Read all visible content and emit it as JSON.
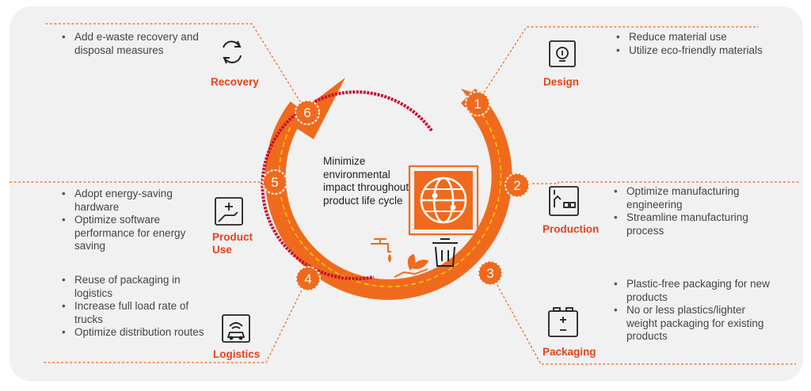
{
  "center_text": "Minimize environmental impact throughout product life cycle",
  "stages": [
    {
      "number": "1",
      "label": "Design",
      "icon": "light-bulb-icon",
      "items": [
        "Reduce material use",
        "Utilize eco-friendly materials"
      ]
    },
    {
      "number": "2",
      "label": "Production",
      "icon": "factory-icon",
      "items": [
        "Optimize manufacturing engineering",
        "Streamline manufacturing process"
      ]
    },
    {
      "number": "3",
      "label": "Packaging",
      "icon": "battery-icon",
      "items": [
        "Plastic-free packaging for new products",
        "No or less plastics/lighter weight packaging for existing products"
      ]
    },
    {
      "number": "4",
      "label": "Logistics",
      "icon": "connected-car-icon",
      "items": [
        "Reuse of packaging in logistics",
        "Increase full load rate of trucks",
        "Optimize distribution routes"
      ]
    },
    {
      "number": "5",
      "label": "Product Use",
      "icon": "energy-hand-icon",
      "items": [
        "Adopt energy-saving hardware",
        "Optimize software performance for energy saving"
      ]
    },
    {
      "number": "6",
      "label": "Recovery",
      "icon": "recycle-arrows-icon",
      "items": [
        "Add e-waste recovery and disposal measures"
      ]
    }
  ],
  "colors": {
    "accent": "#f06a1e",
    "accent_dark": "#e8411a",
    "dashed_red": "#c8102e",
    "yellow_dash": "#ffd200",
    "card_bg": "#f1f1f1"
  }
}
